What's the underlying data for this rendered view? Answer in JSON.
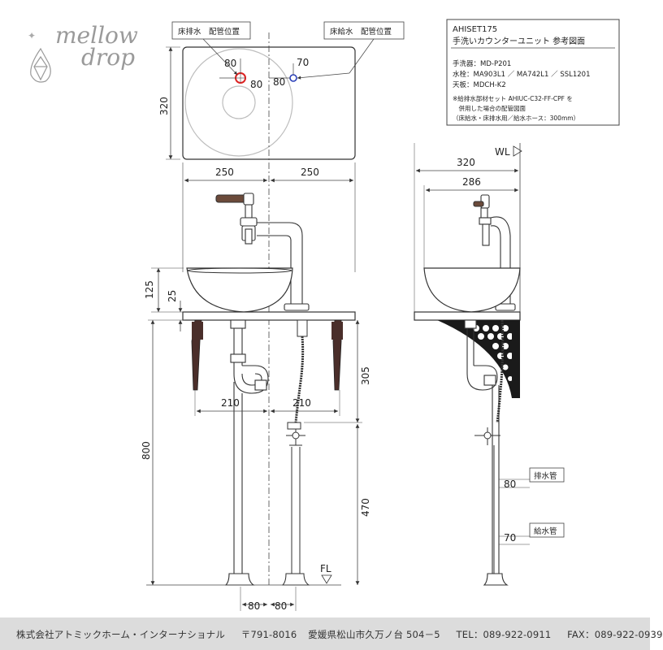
{
  "logo": {
    "line1": "mellow",
    "line2": "drop"
  },
  "spec_box": {
    "model": "AHISET175",
    "title": "手洗いカウンターユニット 参考図面",
    "items": [
      "手洗器：MD-P201",
      "水栓：MA903L1 ／ MA742L1 ／ SSL1201",
      "天板：MDCH-K2"
    ],
    "note_line1": "※給排水部材セット AHIUC-C32-FF-CPF を",
    "note_line2": "　併用した場合の配管図面",
    "note_line3": "（床給水・床排水用／給水ホース：300mm）"
  },
  "callouts": {
    "drain_position": "床排水　配管位置",
    "supply_position": "床給水　配管位置",
    "drain_pipe": "排水管",
    "supply_pipe": "給水管"
  },
  "levels": {
    "wall_line": "WL",
    "floor_line": "FL"
  },
  "dimensions": {
    "top_left_80": "80",
    "top_right_70": "70",
    "top_mid_80a": "80",
    "top_mid_80b": "80",
    "top_depth_320": "320",
    "width_250_left": "250",
    "width_250_right": "250",
    "bowl_125": "125",
    "bowl_25": "25",
    "drop_305": "305",
    "offset_210_left": "210",
    "offset_210_right": "210",
    "height_800": "800",
    "height_470": "470",
    "bottom_80_left": "80",
    "bottom_80_right": "80",
    "side_320": "320",
    "side_286": "286",
    "side_80": "80",
    "side_70": "70"
  },
  "footer": {
    "company": "株式会社アトミックホーム・インターナショナル",
    "postal": "〒791-8016",
    "address": "愛媛県松山市久万ノ台 504－5",
    "tel": "TEL：089-922-0911",
    "fax": "FAX：089-922-0939"
  }
}
